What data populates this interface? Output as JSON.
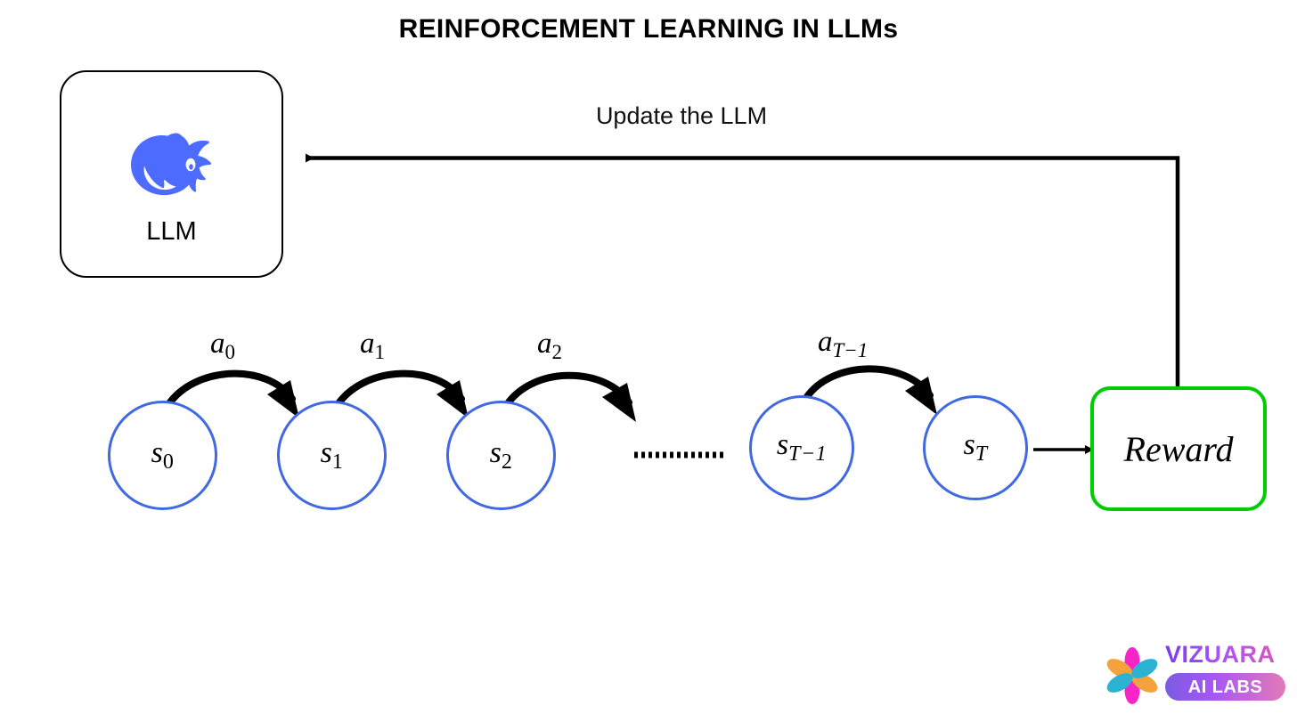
{
  "page": {
    "title": "REINFORCEMENT LEARNING IN LLMs",
    "background_color": "#ffffff"
  },
  "colors": {
    "state_circle_stroke": "#4169e1",
    "reward_box_stroke": "#00cc00",
    "arrow_stroke": "#000000",
    "llm_box_stroke": "#000000",
    "whale_logo": "#4d6bfe",
    "brand_purple": "#7c3aed",
    "brand_pink": "#e056b0",
    "brand_magenta": "#f724c8",
    "brand_orange": "#f5a councils"
  },
  "llm_node": {
    "caption": "LLM",
    "logo_icon": "whale-icon"
  },
  "feedback": {
    "label": "Update the LLM",
    "arrow_icon": "arrow-left-icon"
  },
  "states": [
    {
      "base": "s",
      "sub": "0",
      "sub_italic": false
    },
    {
      "base": "s",
      "sub": "1",
      "sub_italic": false
    },
    {
      "base": "s",
      "sub": "2",
      "sub_italic": false
    },
    {
      "base": "s",
      "sub": "T−1",
      "sub_italic": true
    },
    {
      "base": "s",
      "sub": "T",
      "sub_italic": true
    }
  ],
  "actions": [
    {
      "base": "a",
      "sub": "0",
      "sub_italic": false
    },
    {
      "base": "a",
      "sub": "1",
      "sub_italic": false
    },
    {
      "base": "a",
      "sub": "2",
      "sub_italic": false
    },
    {
      "base": "a",
      "sub": "T−1",
      "sub_italic": true
    }
  ],
  "ellipsis": {
    "style": "dotted",
    "dot_count": 13
  },
  "reward_node": {
    "label": "Reward"
  },
  "brand": {
    "wordmark": "VIZUARA",
    "pill_text": "AI LABS",
    "flower_icon": "flower-icon"
  }
}
